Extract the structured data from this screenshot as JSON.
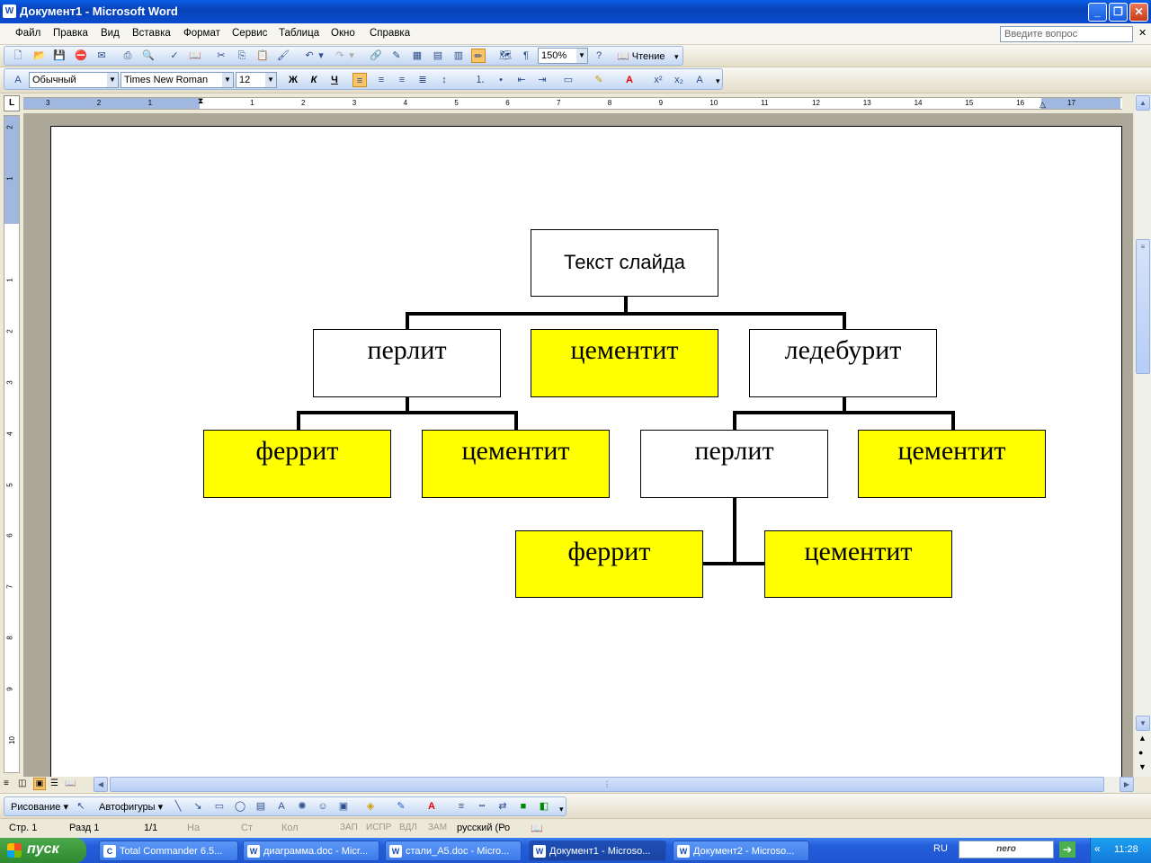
{
  "window": {
    "title": "Документ1 - Microsoft Word",
    "icon": "word-icon"
  },
  "menu": {
    "items": [
      "Файл",
      "Правка",
      "Вид",
      "Вставка",
      "Формат",
      "Сервис",
      "Таблица",
      "Окно",
      "Справка"
    ],
    "help_placeholder": "Введите вопрос"
  },
  "standard_toolbar": {
    "zoom": "150%",
    "read_label": "Чтение"
  },
  "format_toolbar": {
    "style": "Обычный",
    "font": "Times New Roman",
    "size": "12",
    "bold": "Ж",
    "italic": "К",
    "underline": "Ч"
  },
  "ruler": {
    "top_numbers": [
      "3",
      "2",
      "1",
      "1",
      "2",
      "3",
      "4",
      "5",
      "6",
      "7",
      "8",
      "9",
      "10",
      "11",
      "12",
      "13",
      "14",
      "15",
      "16",
      "17"
    ],
    "left_numbers": [
      "2",
      "1",
      "1",
      "2",
      "3",
      "4",
      "5",
      "6",
      "7",
      "8",
      "9",
      "10"
    ]
  },
  "diagram": {
    "root": "Текст слайда",
    "level1": [
      "перлит",
      "цементит",
      "ледебурит"
    ],
    "level2": [
      "феррит",
      "цементит",
      "перлит",
      "цементит"
    ],
    "level3": [
      "феррит",
      "цементит"
    ],
    "highlight_color": "#ffff00"
  },
  "drawing_toolbar": {
    "draw_label": "Рисование",
    "autoshapes_label": "Автофигуры"
  },
  "status": {
    "page": "Стр. 1",
    "section": "Разд 1",
    "pages": "1/1",
    "at": "На",
    "line": "Ст",
    "col": "Кол",
    "rec": "ЗАП",
    "trk": "ИСПР",
    "ext": "ВДЛ",
    "ovr": "ЗАМ",
    "lang": "русский (Ро"
  },
  "taskbar": {
    "start": "пуск",
    "tasks": [
      "Total Commander 6.5...",
      "диаграмма.doc - Micr...",
      "стали_А5.doc - Micro...",
      "Документ1 - Microso...",
      "Документ2 - Microso..."
    ],
    "lang": "RU",
    "time": "11:28",
    "nero": "nero"
  }
}
